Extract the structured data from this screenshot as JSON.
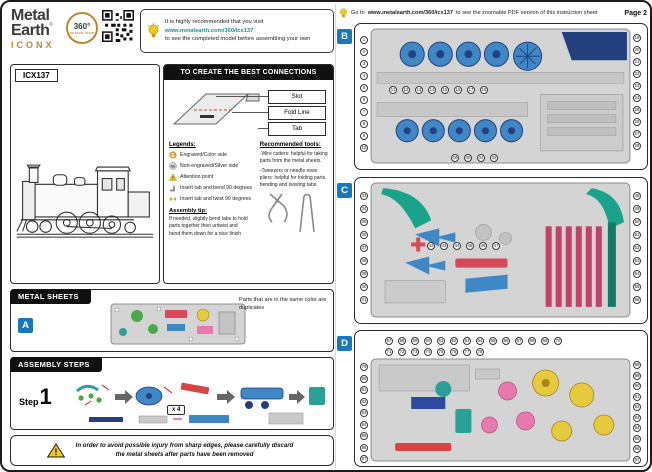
{
  "brand": {
    "logo_line1": "Metal",
    "logo_line2": "Earth",
    "trademark": "®",
    "series": "ICONX",
    "badge_360": "360°",
    "badge_design_view": "DESIGN VIEW"
  },
  "intro_tip": {
    "line1": "It is highly recommended that you visit",
    "link": "www.metalearth.com/360/icx137",
    "line2": "to see the completed model before assembling your own"
  },
  "model": {
    "sku": "ICX137"
  },
  "connections": {
    "title": "TO CREATE THE BEST CONNECTIONS",
    "callouts": [
      "Slot",
      "Fold Line",
      "Tab"
    ],
    "legends_title": "Legends:",
    "legend_symbols": [
      "E",
      "NE",
      "!"
    ],
    "legend_items": [
      "Engraved/Color side",
      "Non-engraved/Silver side",
      "Attention point",
      "Insert tab and bend 90 degrees",
      "Insert tab and twist 90 degrees"
    ],
    "assembly_tip_title": "Assembly tip:",
    "assembly_tip_text": "If needed, slightly bend tabs to hold parts together then untwist and bend them down for a nice finish",
    "tools_title": "Recommended tools:",
    "tool1": "-Wire cutters: helpful for taking parts from the metal sheets.",
    "tool2": "-Tweezers or needle nose pliers: helpful for folding parts, bending and twisting tabs."
  },
  "metal_sheets": {
    "title": "METAL SHEETS",
    "sheet_label": "A",
    "duplicates_note": "Parts that are in the same color are duplicates"
  },
  "assembly_steps": {
    "title": "ASSEMBLY STEPS",
    "step_word": "Step",
    "step_number": "1",
    "multiplier": "x 4"
  },
  "warning": {
    "text": "In order to avoid possible injury from sharp edges, please carefully discard the metal sheets after parts have been removed"
  },
  "page_header": {
    "prefix": "Go to",
    "link": "www.metalearth.com/360/icx137",
    "suffix": "to see the zoomable PDF version of this instruction sheet",
    "page_label": "Page 2"
  },
  "sheets": [
    {
      "label": "B",
      "groups": [
        {
          "name": "left-column",
          "numbers": [
            1,
            2,
            3,
            4,
            5,
            6,
            7,
            8,
            9,
            10
          ]
        },
        {
          "name": "middle-row",
          "numbers": [
            11,
            12,
            13,
            14,
            15,
            16,
            17,
            18
          ]
        },
        {
          "name": "right-column",
          "numbers": [
            19,
            20,
            21,
            22,
            23,
            24,
            25,
            26,
            27,
            28
          ]
        },
        {
          "name": "bottom-row",
          "numbers": [
            29,
            30,
            31,
            32
          ]
        }
      ]
    },
    {
      "label": "C",
      "groups": [
        {
          "name": "left-column",
          "numbers": [
            33,
            34,
            35,
            36,
            37,
            38,
            39,
            40,
            41
          ]
        },
        {
          "name": "middle-row",
          "numbers": [
            42,
            43,
            44,
            45,
            46,
            47
          ]
        },
        {
          "name": "right-column",
          "numbers": [
            48,
            49,
            50,
            51,
            52,
            53,
            54,
            55,
            56
          ]
        }
      ]
    },
    {
      "label": "D",
      "groups": [
        {
          "name": "top-row-1",
          "numbers": [
            57,
            58,
            59,
            60,
            61,
            62,
            63,
            64,
            65,
            66,
            67,
            68,
            69,
            70
          ]
        },
        {
          "name": "top-row-2",
          "numbers": [
            71,
            72,
            73,
            74,
            75,
            76,
            77,
            78
          ]
        },
        {
          "name": "left-column",
          "numbers": [
            79,
            80,
            81,
            82,
            83,
            84,
            85,
            86,
            87
          ]
        },
        {
          "name": "right-column",
          "numbers": [
            88,
            89,
            90,
            91,
            92,
            93,
            94,
            95,
            96,
            97
          ]
        }
      ]
    }
  ],
  "palette": {
    "brand_gold": "#b9882f",
    "panel_blue": "#1878be",
    "link_teal": "#17958a",
    "wheel_blue": "#3f87c5",
    "navy": "#24407e",
    "teal_part": "#1aa38b",
    "red_part": "#d84a5a",
    "crimson_part": "#c2406a",
    "pink_part": "#e879ae",
    "yellow_part": "#e7c93d",
    "bulb_yellow": "#f6c91e"
  }
}
